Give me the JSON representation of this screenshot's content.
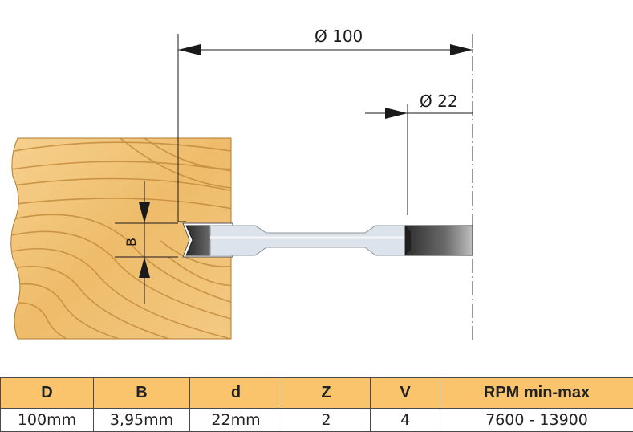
{
  "diagram": {
    "dim_outer": "Ø 100",
    "dim_bore": "Ø 22",
    "dim_b": "B"
  },
  "table": {
    "headers": [
      "D",
      "B",
      "d",
      "Z",
      "V",
      "RPM min-max"
    ],
    "rows": [
      [
        "100mm",
        "3,95mm",
        "22mm",
        "2",
        "4",
        "7600 - 13900"
      ]
    ]
  },
  "colors": {
    "header_bg": "#f9c46b",
    "wood_light": "#f1c67c",
    "wood_dark": "#c48b3d",
    "cutter_dark": "#3a3a3a",
    "shaft": "#dde3ea"
  }
}
